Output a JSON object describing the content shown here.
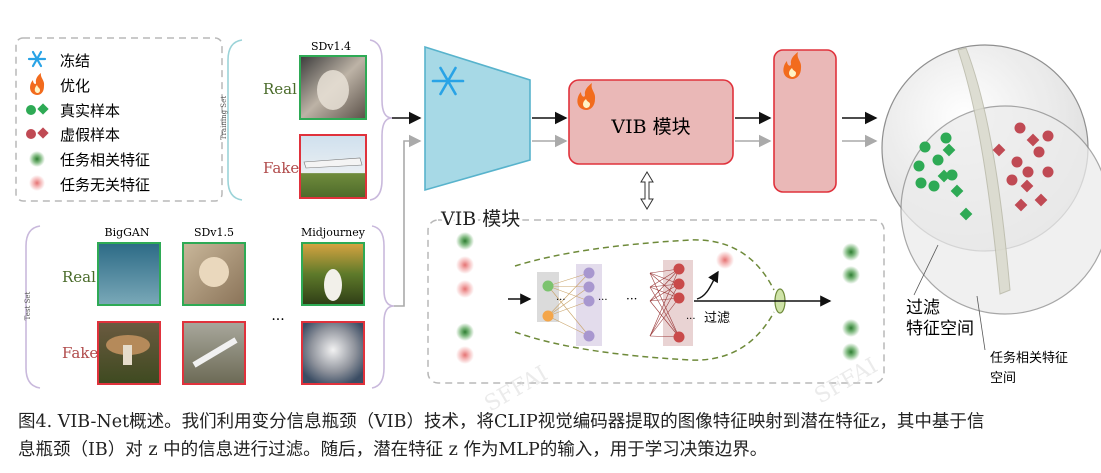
{
  "legend": {
    "items": [
      {
        "icon": "snowflake-icon",
        "label": "冻结"
      },
      {
        "icon": "flame-icon",
        "label": "优化"
      },
      {
        "icon": "green-markers-icon",
        "label": "真实样本"
      },
      {
        "icon": "red-markers-icon",
        "label": "虚假样本"
      },
      {
        "icon": "green-blur-swatch-icon",
        "label": "任务相关特征"
      },
      {
        "icon": "red-blur-swatch-icon",
        "label": "任务无关特征"
      }
    ]
  },
  "train_set": {
    "side_label": "Training Set",
    "generator": "SDv1.4",
    "real_label": "Real",
    "fake_label": "Fake"
  },
  "test_set": {
    "side_label": "Test Set",
    "generators": [
      "BigGAN",
      "SDv1.5",
      "Midjourney"
    ],
    "ellipsis": "...",
    "real_label": "Real",
    "fake_label": "Fake"
  },
  "pipeline": {
    "vib_block_label": "VIB 模块",
    "detail_title": "VIB 模块",
    "filter_label": "过滤",
    "ellipsis": "···"
  },
  "feature_space": {
    "filtered_label_1": "过滤",
    "filtered_label_2": "特征空间",
    "relevant_label_1": "任务相关特征",
    "relevant_label_2": "空间"
  },
  "colors": {
    "frozen_fill": "#a7d9e6",
    "optimize_fill": "#eab8b7",
    "optimize_stroke": "#e0323c",
    "real_green": "#2eaa55",
    "fake_red": "#c04a54",
    "dashed_box": "#b8b8b8"
  },
  "caption": {
    "line1": "图4. VIB-Net概述。我们利用变分信息瓶颈（VIB）技术，将CLIP视觉编码器提取的图像特征映射到潜在特征z，其中基于信",
    "line2": "息瓶颈（IB）对 z 中的信息进行过滤。随后，潜在特征 z 作为MLP的输入，用于学习决策边界。"
  }
}
